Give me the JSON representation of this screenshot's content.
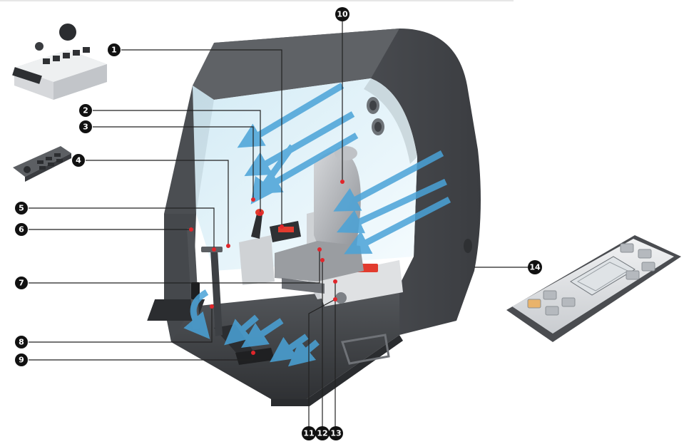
{
  "callouts": [
    {
      "id": 1,
      "label": "1"
    },
    {
      "id": 2,
      "label": "2"
    },
    {
      "id": 3,
      "label": "3"
    },
    {
      "id": 4,
      "label": "4"
    },
    {
      "id": 5,
      "label": "5"
    },
    {
      "id": 6,
      "label": "6"
    },
    {
      "id": 7,
      "label": "7"
    },
    {
      "id": 8,
      "label": "8"
    },
    {
      "id": 9,
      "label": "9"
    },
    {
      "id": 10,
      "label": "10"
    },
    {
      "id": 11,
      "label": "11"
    },
    {
      "id": 12,
      "label": "12"
    },
    {
      "id": 13,
      "label": "13"
    },
    {
      "id": 14,
      "label": "14"
    }
  ],
  "colors": {
    "cab_shell": "#4a4c50",
    "cab_shell_light": "#6b6e73",
    "glass": "#d7eef7",
    "airflow_arrow": "#4aa3d8",
    "callout_fill": "#111111",
    "leader_line": "#222222",
    "leader_dot": "#e0262b",
    "seat": "#b9bcc0",
    "floor": "#3d3f42"
  }
}
